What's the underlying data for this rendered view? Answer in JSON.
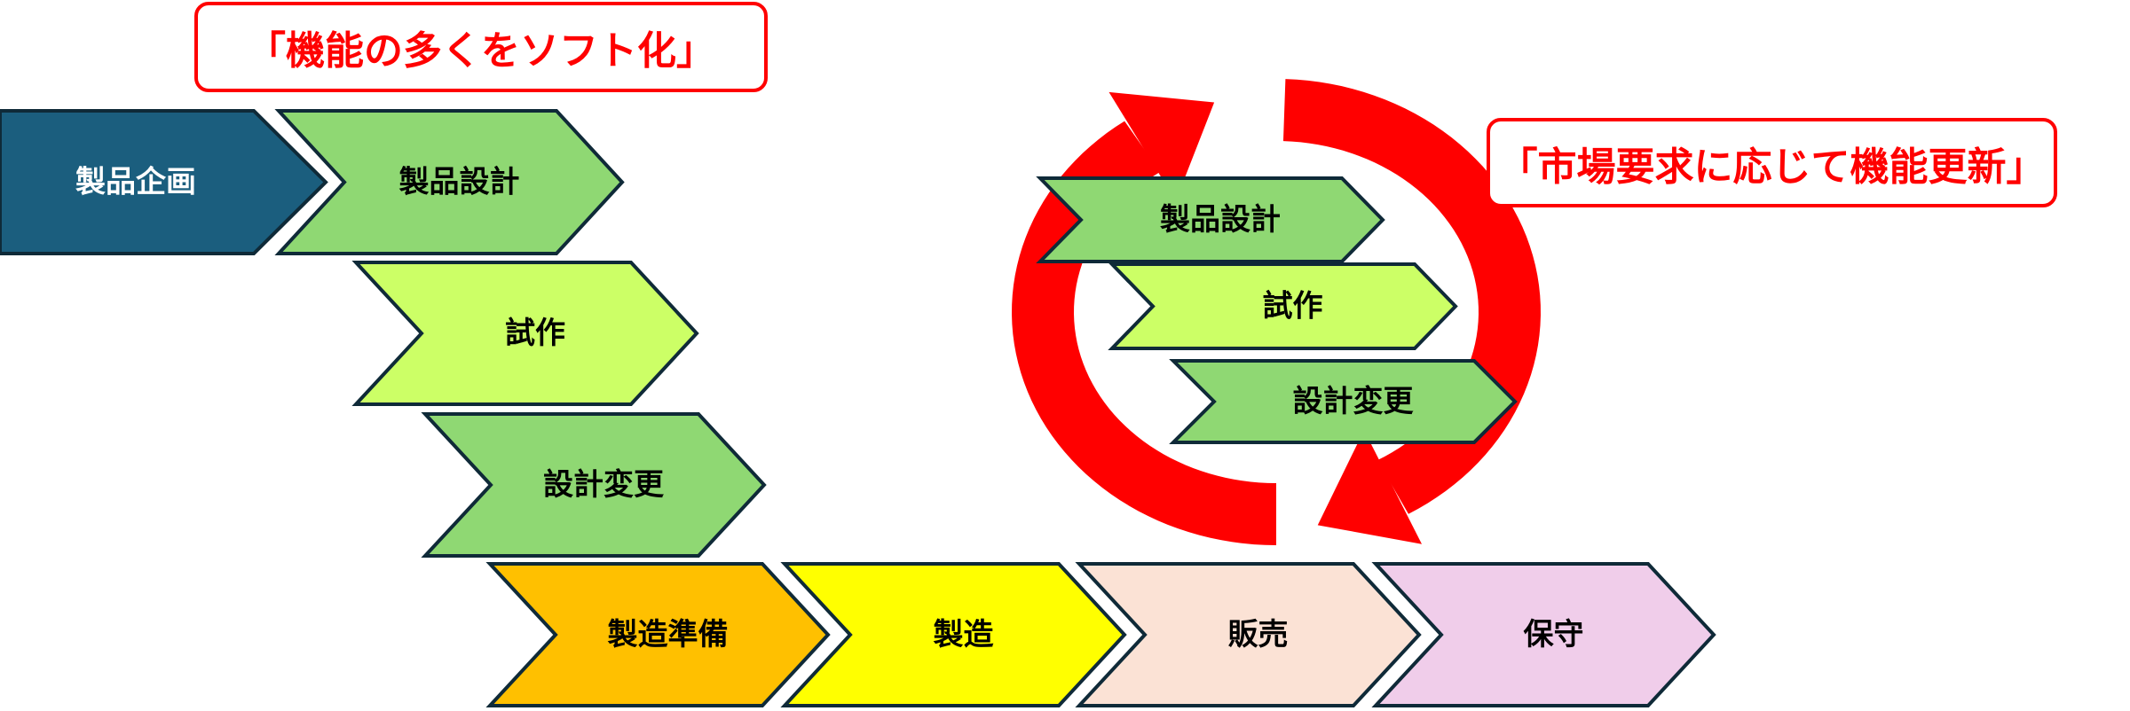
{
  "callouts": {
    "software": "「機能の多くをソフト化」",
    "market": "「市場要求に応じて機能更新」"
  },
  "main_flow": [
    {
      "label": "製品企画",
      "fill": "#1b5e7e",
      "text_color": "#ffffff"
    },
    {
      "label": "製品設計",
      "fill": "#8fd873",
      "text_color": "#000000"
    },
    {
      "label": "試作",
      "fill": "#ccff66",
      "text_color": "#000000"
    },
    {
      "label": "設計変更",
      "fill": "#8fd873",
      "text_color": "#000000"
    },
    {
      "label": "製造準備",
      "fill": "#ffc000",
      "text_color": "#000000"
    },
    {
      "label": "製造",
      "fill": "#ffff00",
      "text_color": "#000000"
    },
    {
      "label": "販売",
      "fill": "#fbe2d5",
      "text_color": "#000000"
    },
    {
      "label": "保守",
      "fill": "#f0cdea",
      "text_color": "#000000"
    }
  ],
  "cycle_flow": [
    {
      "label": "製品設計",
      "fill": "#8fd873",
      "text_color": "#000000"
    },
    {
      "label": "試作",
      "fill": "#ccff66",
      "text_color": "#000000"
    },
    {
      "label": "設計変更",
      "fill": "#8fd873",
      "text_color": "#000000"
    }
  ],
  "colors": {
    "cycle_arrow": "#ff0000",
    "outline": "#0f2a38",
    "callout": "#ff0000"
  }
}
